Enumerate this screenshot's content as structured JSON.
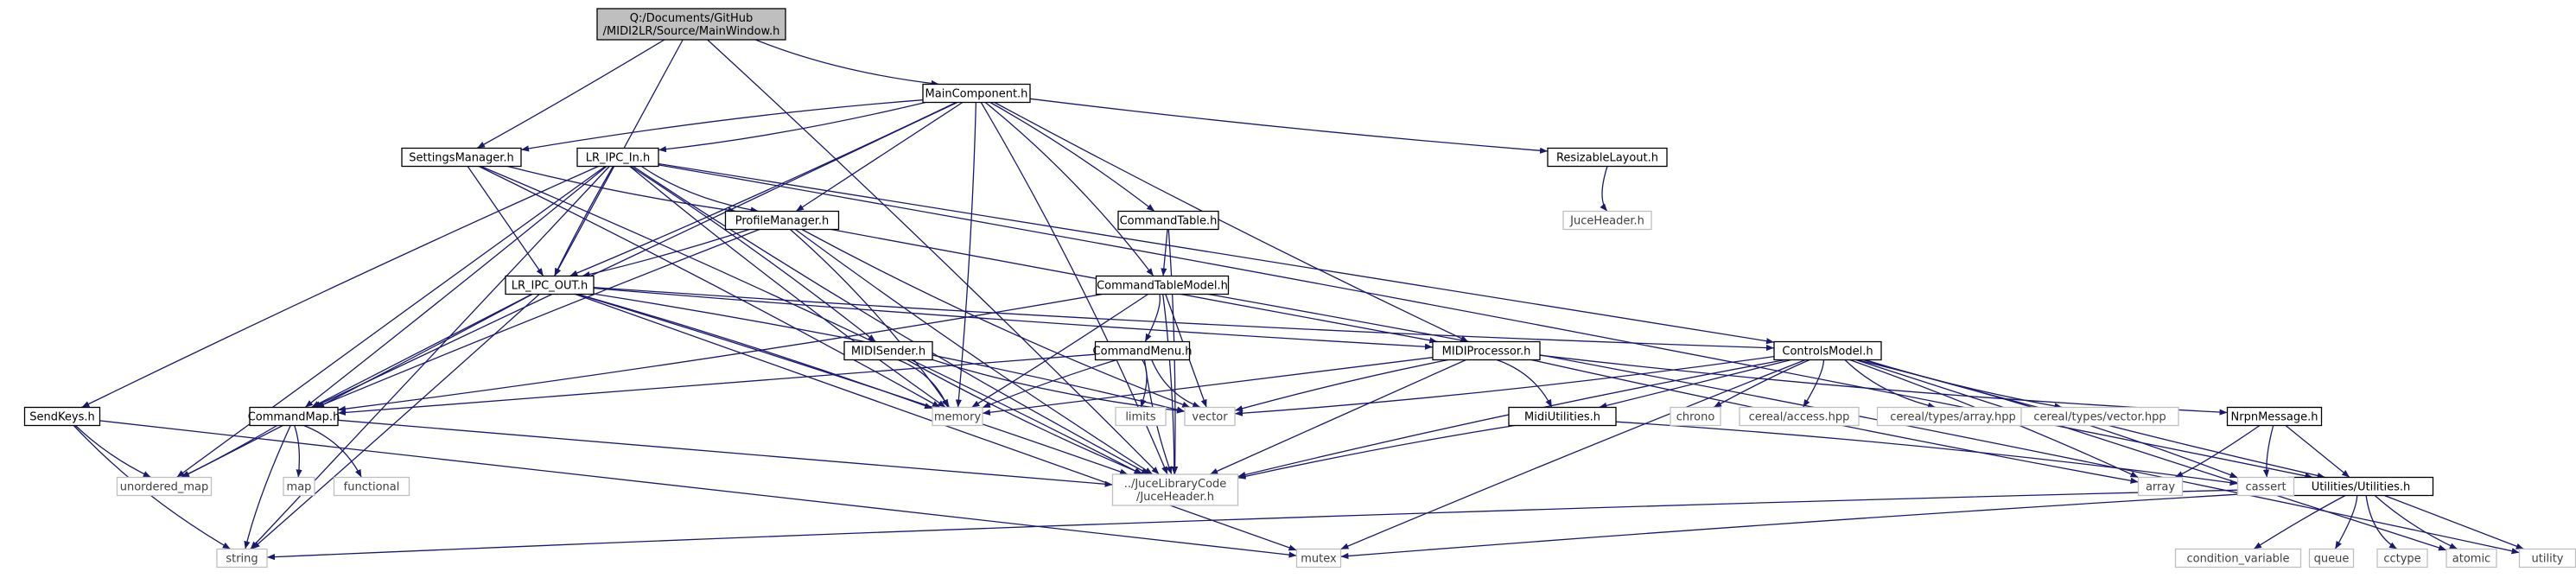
{
  "graph": {
    "nodes": [
      {
        "id": "root",
        "lines": [
          "Q:/Documents/GitHub",
          "/MIDI2LR/Source/MainWindow.h"
        ],
        "kind": "root"
      },
      {
        "id": "maincomp",
        "lines": [
          "MainComponent.h"
        ],
        "kind": "file"
      },
      {
        "id": "settings",
        "lines": [
          "SettingsManager.h"
        ],
        "kind": "file"
      },
      {
        "id": "ipcin",
        "lines": [
          "LR_IPC_In.h"
        ],
        "kind": "file"
      },
      {
        "id": "resizable",
        "lines": [
          "ResizableLayout.h"
        ],
        "kind": "file"
      },
      {
        "id": "juceheader_s",
        "lines": [
          "JuceHeader.h"
        ],
        "kind": "external"
      },
      {
        "id": "profile",
        "lines": [
          "ProfileManager.h"
        ],
        "kind": "file"
      },
      {
        "id": "cmdtable",
        "lines": [
          "CommandTable.h"
        ],
        "kind": "file"
      },
      {
        "id": "cmdtablemodel",
        "lines": [
          "CommandTableModel.h"
        ],
        "kind": "file"
      },
      {
        "id": "ipcout",
        "lines": [
          "LR_IPC_OUT.h"
        ],
        "kind": "file"
      },
      {
        "id": "midisender",
        "lines": [
          "MIDISender.h"
        ],
        "kind": "file"
      },
      {
        "id": "cmdmenu",
        "lines": [
          "CommandMenu.h"
        ],
        "kind": "file"
      },
      {
        "id": "midiproc",
        "lines": [
          "MIDIProcessor.h"
        ],
        "kind": "file"
      },
      {
        "id": "controls",
        "lines": [
          "ControlsModel.h"
        ],
        "kind": "file"
      },
      {
        "id": "sendkeys",
        "lines": [
          "SendKeys.h"
        ],
        "kind": "file"
      },
      {
        "id": "cmdmap",
        "lines": [
          "CommandMap.h"
        ],
        "kind": "file"
      },
      {
        "id": "midiutil",
        "lines": [
          "MidiUtilities.h"
        ],
        "kind": "file"
      },
      {
        "id": "nrpn",
        "lines": [
          "NrpnMessage.h"
        ],
        "kind": "file"
      },
      {
        "id": "utilities",
        "lines": [
          "Utilities/Utilities.h"
        ],
        "kind": "file"
      },
      {
        "id": "memory",
        "lines": [
          "memory"
        ],
        "kind": "external"
      },
      {
        "id": "limits",
        "lines": [
          "limits"
        ],
        "kind": "external"
      },
      {
        "id": "vector",
        "lines": [
          "vector"
        ],
        "kind": "external"
      },
      {
        "id": "chrono",
        "lines": [
          "chrono"
        ],
        "kind": "external"
      },
      {
        "id": "cerealaccess",
        "lines": [
          "cereal/access.hpp"
        ],
        "kind": "external"
      },
      {
        "id": "cerealarray",
        "lines": [
          "cereal/types/array.hpp"
        ],
        "kind": "external"
      },
      {
        "id": "cerealvector",
        "lines": [
          "cereal/types/vector.hpp"
        ],
        "kind": "external"
      },
      {
        "id": "unordered",
        "lines": [
          "unordered_map"
        ],
        "kind": "external"
      },
      {
        "id": "map",
        "lines": [
          "map"
        ],
        "kind": "external"
      },
      {
        "id": "functional",
        "lines": [
          "functional"
        ],
        "kind": "external"
      },
      {
        "id": "jucelib",
        "lines": [
          "../JuceLibraryCode",
          "/JuceHeader.h"
        ],
        "kind": "external"
      },
      {
        "id": "array",
        "lines": [
          "array"
        ],
        "kind": "external"
      },
      {
        "id": "cassert",
        "lines": [
          "cassert"
        ],
        "kind": "external"
      },
      {
        "id": "string",
        "lines": [
          "string"
        ],
        "kind": "external"
      },
      {
        "id": "mutex",
        "lines": [
          "mutex"
        ],
        "kind": "external"
      },
      {
        "id": "condvar",
        "lines": [
          "condition_variable"
        ],
        "kind": "external"
      },
      {
        "id": "queue",
        "lines": [
          "queue"
        ],
        "kind": "external"
      },
      {
        "id": "cctype",
        "lines": [
          "cctype"
        ],
        "kind": "external"
      },
      {
        "id": "atomic",
        "lines": [
          "atomic"
        ],
        "kind": "external"
      },
      {
        "id": "utility",
        "lines": [
          "utility"
        ],
        "kind": "external"
      }
    ],
    "edges": [
      [
        "root",
        "maincomp"
      ],
      [
        "root",
        "settings"
      ],
      [
        "root",
        "ipcout"
      ],
      [
        "root",
        "jucelib"
      ],
      [
        "maincomp",
        "settings"
      ],
      [
        "maincomp",
        "ipcin"
      ],
      [
        "maincomp",
        "resizable"
      ],
      [
        "maincomp",
        "profile"
      ],
      [
        "maincomp",
        "cmdtable"
      ],
      [
        "maincomp",
        "cmdtablemodel"
      ],
      [
        "maincomp",
        "ipcout"
      ],
      [
        "maincomp",
        "midiproc"
      ],
      [
        "maincomp",
        "cmdmap"
      ],
      [
        "maincomp",
        "memory"
      ],
      [
        "maincomp",
        "jucelib"
      ],
      [
        "resizable",
        "juceheader_s"
      ],
      [
        "settings",
        "profile"
      ],
      [
        "settings",
        "ipcout"
      ],
      [
        "settings",
        "memory"
      ],
      [
        "settings",
        "jucelib"
      ],
      [
        "ipcin",
        "profile"
      ],
      [
        "ipcin",
        "ipcout"
      ],
      [
        "ipcin",
        "controls"
      ],
      [
        "ipcin",
        "midisender"
      ],
      [
        "ipcin",
        "sendkeys"
      ],
      [
        "ipcin",
        "cmdmap"
      ],
      [
        "ipcin",
        "memory"
      ],
      [
        "ipcin",
        "string"
      ],
      [
        "ipcin",
        "unordered"
      ],
      [
        "ipcin",
        "utilities"
      ],
      [
        "ipcin",
        "jucelib"
      ],
      [
        "profile",
        "ipcout"
      ],
      [
        "profile",
        "midiproc"
      ],
      [
        "profile",
        "cmdmap"
      ],
      [
        "profile",
        "memory"
      ],
      [
        "profile",
        "vector"
      ],
      [
        "profile",
        "jucelib"
      ],
      [
        "cmdtable",
        "cmdtablemodel"
      ],
      [
        "cmdtable",
        "jucelib"
      ],
      [
        "cmdtablemodel",
        "cmdmenu"
      ],
      [
        "cmdtablemodel",
        "cmdmap"
      ],
      [
        "cmdtablemodel",
        "memory"
      ],
      [
        "cmdtablemodel",
        "vector"
      ],
      [
        "cmdtablemodel",
        "jucelib"
      ],
      [
        "cmdtablemodel",
        "utility"
      ],
      [
        "ipcout",
        "controls"
      ],
      [
        "ipcout",
        "midiproc"
      ],
      [
        "ipcout",
        "cmdmap"
      ],
      [
        "ipcout",
        "memory"
      ],
      [
        "ipcout",
        "vector"
      ],
      [
        "ipcout",
        "string"
      ],
      [
        "ipcout",
        "unordered"
      ],
      [
        "ipcout",
        "mutex"
      ],
      [
        "ipcout",
        "jucelib"
      ],
      [
        "midisender",
        "memory"
      ],
      [
        "midisender",
        "vector"
      ],
      [
        "midisender",
        "jucelib"
      ],
      [
        "cmdmenu",
        "cmdmap"
      ],
      [
        "cmdmenu",
        "memory"
      ],
      [
        "cmdmenu",
        "limits"
      ],
      [
        "cmdmenu",
        "vector"
      ],
      [
        "cmdmenu",
        "jucelib"
      ],
      [
        "midiproc",
        "memory"
      ],
      [
        "midiproc",
        "vector"
      ],
      [
        "midiproc",
        "midiutil"
      ],
      [
        "midiproc",
        "nrpn"
      ],
      [
        "midiproc",
        "array"
      ],
      [
        "midiproc",
        "jucelib"
      ],
      [
        "controls",
        "chrono"
      ],
      [
        "controls",
        "cerealaccess"
      ],
      [
        "controls",
        "cerealarray"
      ],
      [
        "controls",
        "cerealvector"
      ],
      [
        "controls",
        "midiutil"
      ],
      [
        "controls",
        "array"
      ],
      [
        "controls",
        "cassert"
      ],
      [
        "controls",
        "vector"
      ],
      [
        "controls",
        "utilities"
      ],
      [
        "controls",
        "atomic"
      ],
      [
        "controls",
        "mutex"
      ],
      [
        "controls",
        "jucelib"
      ],
      [
        "sendkeys",
        "string"
      ],
      [
        "sendkeys",
        "unordered"
      ],
      [
        "sendkeys",
        "mutex"
      ],
      [
        "cmdmap",
        "map"
      ],
      [
        "cmdmap",
        "functional"
      ],
      [
        "cmdmap",
        "string"
      ],
      [
        "cmdmap",
        "unordered"
      ],
      [
        "cmdmap",
        "jucelib"
      ],
      [
        "midiutil",
        "jucelib"
      ],
      [
        "midiutil",
        "cassert"
      ],
      [
        "nrpn",
        "array"
      ],
      [
        "nrpn",
        "cassert"
      ],
      [
        "nrpn",
        "utilities"
      ],
      [
        "utilities",
        "condvar"
      ],
      [
        "utilities",
        "queue"
      ],
      [
        "utilities",
        "cctype"
      ],
      [
        "utilities",
        "atomic"
      ],
      [
        "utilities",
        "utility"
      ],
      [
        "utilities",
        "mutex"
      ],
      [
        "utilities",
        "string"
      ]
    ]
  }
}
